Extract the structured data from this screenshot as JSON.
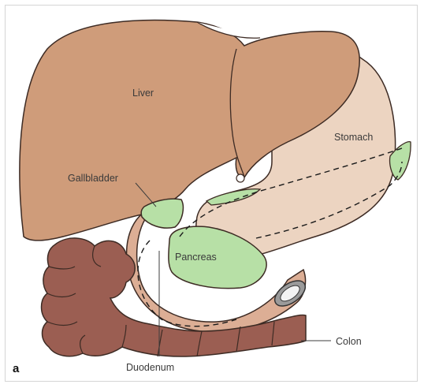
{
  "figure": {
    "panel_letter": "a",
    "labels": {
      "liver": "Liver",
      "stomach": "Stomach",
      "gallbladder": "Gallbladder",
      "pancreas": "Pancreas",
      "colon": "Colon",
      "duodenum": "Duodenum"
    },
    "colors": {
      "liver": "#cf9c7a",
      "stomach": "#ecd4c1",
      "pancreas": "#b7e0a6",
      "colon": "#9b5e52",
      "duodenum": "#dcae95",
      "outline": "#3d2b24"
    }
  }
}
